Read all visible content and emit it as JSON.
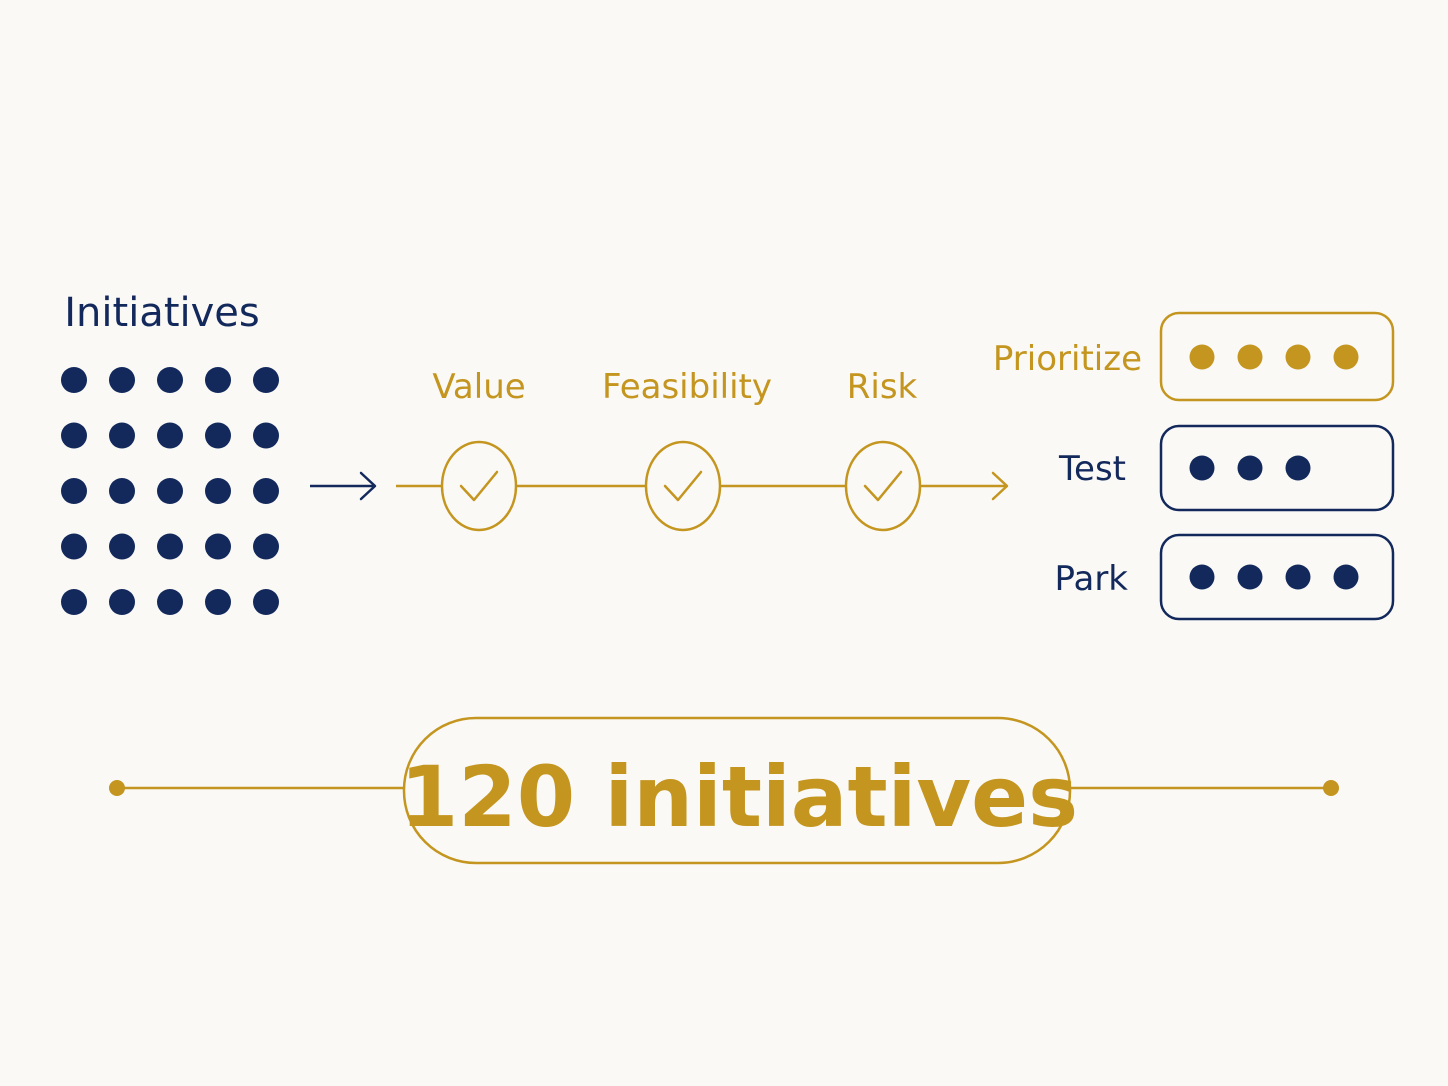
{
  "colors": {
    "navy": "#13295c",
    "gold": "#c4951f",
    "background": "#faf9f6"
  },
  "initiatives": {
    "title": "Initiatives",
    "grid_rows": 5,
    "grid_cols": 5
  },
  "criteria": [
    {
      "label": "Value",
      "icon": "check-icon"
    },
    {
      "label": "Feasibility",
      "icon": "check-icon"
    },
    {
      "label": "Risk",
      "icon": "check-icon"
    }
  ],
  "outcomes": [
    {
      "label": "Prioritize",
      "dots": 4,
      "color": "gold"
    },
    {
      "label": "Test",
      "dots": 3,
      "color": "navy"
    },
    {
      "label": "Park",
      "dots": 4,
      "color": "navy"
    }
  ],
  "total": {
    "label": "120 initiatives"
  }
}
